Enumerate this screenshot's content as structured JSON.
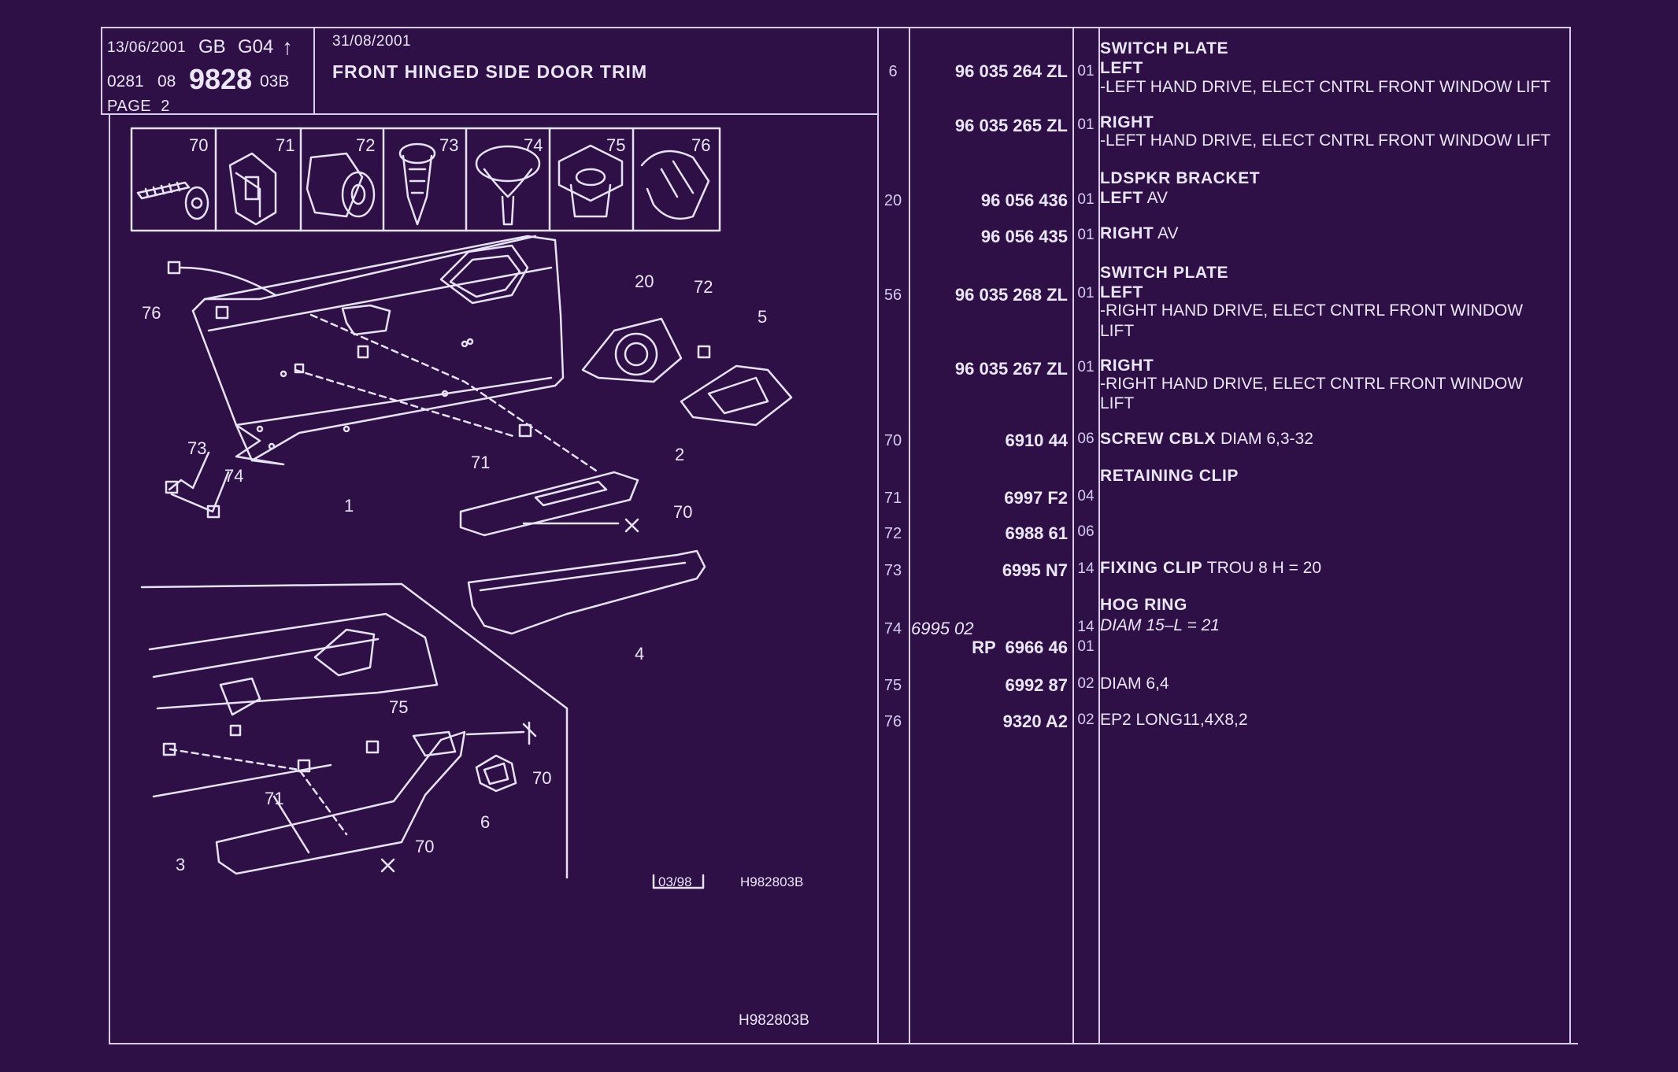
{
  "header": {
    "date1": "13/06/2001",
    "region": "GB",
    "group": "G04",
    "arrow": "↑",
    "code": "0281",
    "code2": "08",
    "plate": "9828",
    "suffix": "03B",
    "page": "PAGE  2",
    "date2": "31/08/2001",
    "title": "FRONT HINGED SIDE DOOR TRIM"
  },
  "drawing": {
    "inset_numbers": [
      "70",
      "71",
      "72",
      "73",
      "74",
      "75",
      "76"
    ],
    "callouts": [
      "76",
      "20",
      "72",
      "5",
      "73",
      "74",
      "71",
      "1",
      "2",
      "70",
      "4",
      "75",
      "71",
      "70",
      "6",
      "3",
      "70"
    ],
    "edition": "03/98",
    "ref_small": "H982803B",
    "ref_bottom": "H982803B"
  },
  "parts": [
    {
      "ref": "6",
      "pn": "96 035 264 ZL",
      "qty": "01",
      "name": "SWITCH PLATE",
      "sub": "LEFT",
      "notes": [
        "-LEFT HAND DRIVE, ELECT CNTRL FRONT WINDOW LIFT"
      ]
    },
    {
      "ref": "",
      "pn": "96 035 265 ZL",
      "qty": "01",
      "name": "",
      "sub": "RIGHT",
      "notes": [
        "-LEFT HAND DRIVE, ELECT CNTRL FRONT WINDOW LIFT"
      ]
    },
    {
      "ref": "20",
      "pn": "96 056 436",
      "qty": "01",
      "name": "LDSPKR BRACKET",
      "sub": "LEFT",
      "subrest": " AV",
      "notes": []
    },
    {
      "ref": "",
      "pn": "96 056 435",
      "qty": "01",
      "name": "",
      "sub": "RIGHT",
      "subrest": " AV",
      "notes": []
    },
    {
      "ref": "56",
      "pn": "96 035 268 ZL",
      "qty": "01",
      "name": "SWITCH PLATE",
      "sub": "LEFT",
      "notes": [
        "-RIGHT HAND DRIVE, ELECT CNTRL FRONT WINDOW",
        "LIFT"
      ]
    },
    {
      "ref": "",
      "pn": "96 035 267 ZL",
      "qty": "01",
      "name": "",
      "sub": "RIGHT",
      "notes": [
        "-RIGHT HAND DRIVE, ELECT CNTRL FRONT WINDOW",
        "LIFT"
      ]
    },
    {
      "ref": "70",
      "pn": "6910 44",
      "qty": "06",
      "name": "SCREW CBLX",
      "rest": " DIAM 6,3-32"
    },
    {
      "ref": "71",
      "pn": "6997 F2",
      "qty": "04",
      "name": "RETAINING CLIP"
    },
    {
      "ref": "72",
      "pn": "6988 61",
      "qty": "06"
    },
    {
      "ref": "73",
      "pn": "6995 N7",
      "qty": "14",
      "name": "FIXING CLIP",
      "rest": " TROU 8 H = 20"
    },
    {
      "ref": "74",
      "pn_alt": "6995 02",
      "pn": "RP  6966 46",
      "qty": "14",
      "qty2": "01",
      "name": "HOG RING",
      "italic_note": "DIAM 15–L = 21"
    },
    {
      "ref": "75",
      "pn": "6992 87",
      "qty": "02",
      "rest": "DIAM 6,4"
    },
    {
      "ref": "76",
      "pn": "9320 A2",
      "qty": "02",
      "rest": "EP2 LONG11,4X8,2"
    }
  ]
}
